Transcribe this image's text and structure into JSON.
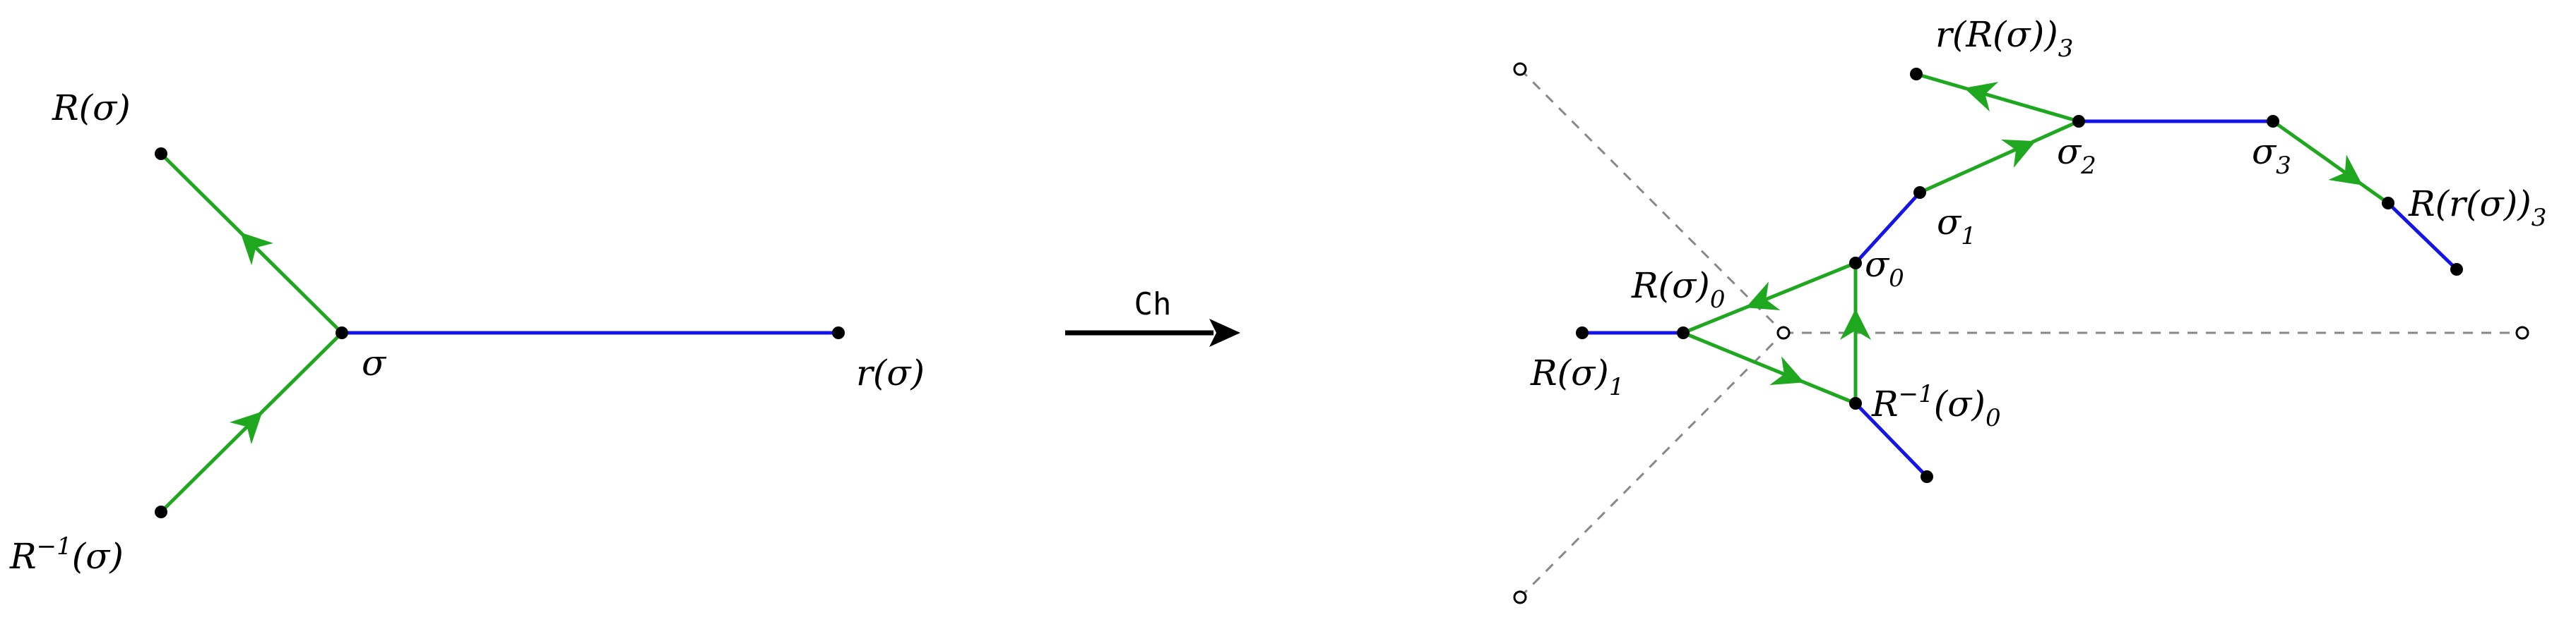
{
  "colors": {
    "blue": "#1414e6",
    "green": "#1fa81f",
    "black": "#000000",
    "dash": "#888888"
  },
  "left": {
    "sigma": "σ",
    "R": "R",
    "r": "r",
    "Rinv_base": "R",
    "Rinv_sup": "−1",
    "paren_sigma": "(σ)"
  },
  "arrow": {
    "label": "Ch"
  },
  "right": {
    "sigma": "σ",
    "s0": "0",
    "s1": "1",
    "s2": "2",
    "s3": "3",
    "R": "R",
    "r": "r",
    "paren_sigma": "(σ)",
    "Rsigma_sub0": "0",
    "Rsigma_sub1": "1",
    "Rinv_sup": "−1",
    "Rinv_sub": "0",
    "rR_open": "r(R(σ))",
    "rR_sub": "3",
    "Rr_open": "R(r(σ))",
    "Rr_sub": "3"
  }
}
